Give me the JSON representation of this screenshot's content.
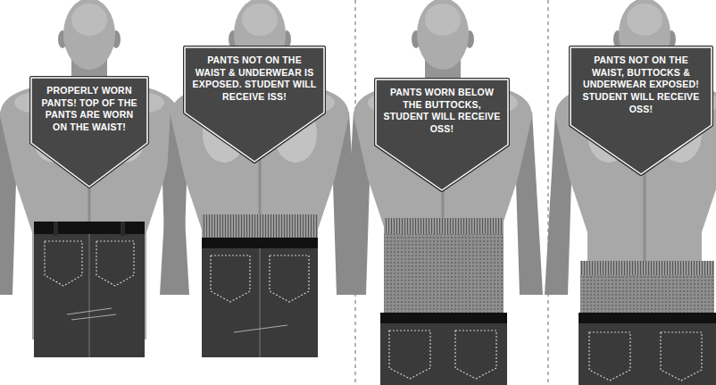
{
  "diagram": {
    "nodes": [
      {
        "text": [
          "PROPERLY WORN PANTS! TOP OF THE PANTS ARE WORN ON THE WAIST!"
        ]
      },
      {
        "text": [
          "PANTS NOT ON THE WAIST & UNDERWEAR IS EXPOSED. STUDENT WILL RECEIVE ISS!"
        ]
      },
      {
        "text": [
          "PANTS WORN BELOW THE BUTTOCKS, STUDENT WILL RECEIVE OSS!"
        ]
      },
      {
        "text": [
          "PANTS NOT ON THE WAIST, BUTTOCKS & UNDERWEAR EXPOSED! STUDENT WILL RECEIVE OSS!"
        ]
      }
    ]
  }
}
